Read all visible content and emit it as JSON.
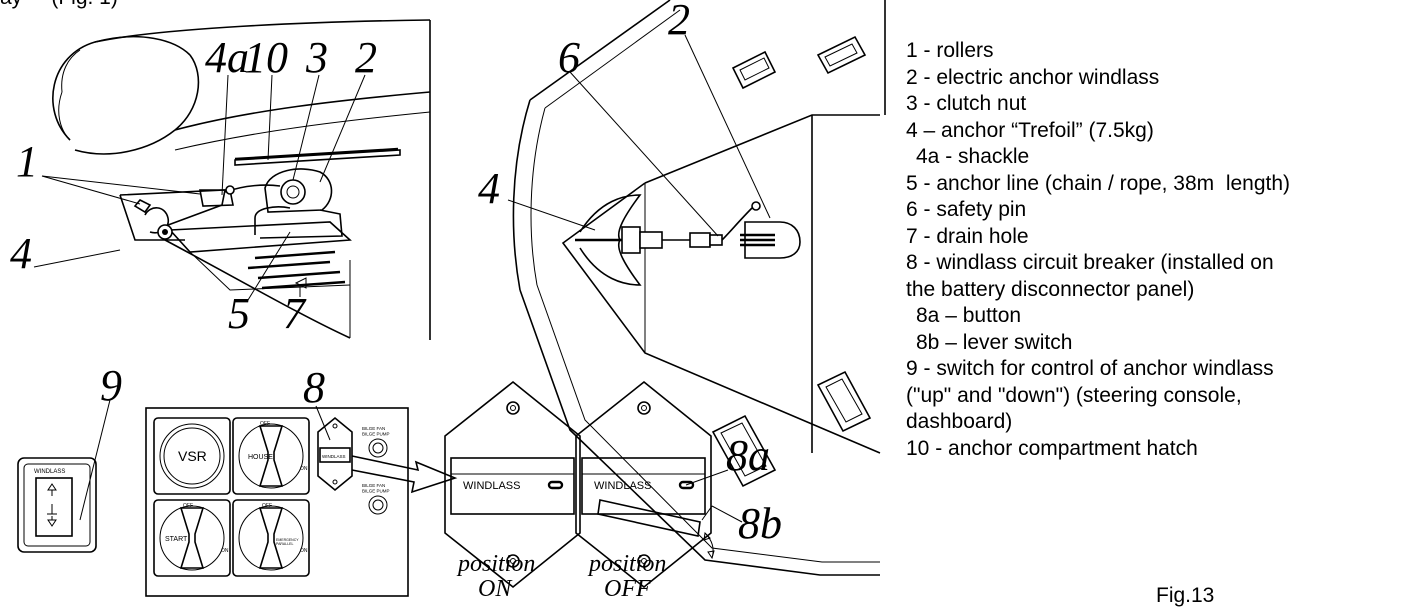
{
  "top_caption": "ay     (Fig. 1)",
  "figure_label": "Fig.13",
  "legend": [
    {
      "text": "1 - rollers",
      "indent": false
    },
    {
      "text": "2 - electric anchor windlass",
      "indent": false
    },
    {
      "text": "3 - clutch nut",
      "indent": false
    },
    {
      "text": "4 – anchor “Trefoil” (7.5kg)",
      "indent": false
    },
    {
      "text": "4a - shackle",
      "indent": true
    },
    {
      "text": "5 - anchor line (chain / rope, 38m  length)",
      "indent": false
    },
    {
      "text": "6 - safety pin",
      "indent": false
    },
    {
      "text": "7 - drain hole",
      "indent": false
    },
    {
      "text": "8 - windlass circuit breaker (installed on",
      "indent": false
    },
    {
      "text": "the battery disconnector panel)",
      "indent": false
    },
    {
      "text": "8a – button",
      "indent": true
    },
    {
      "text": "8b – lever switch",
      "indent": true
    },
    {
      "text": "9 - switch for control of anchor windlass",
      "indent": false
    },
    {
      "text": "(\"up\" and \"down\") (steering console,",
      "indent": false
    },
    {
      "text": "dashboard)",
      "indent": false
    },
    {
      "text": "10 - anchor compartment hatch",
      "indent": false
    }
  ],
  "callouts": {
    "c1": "1",
    "c2": "2",
    "c3": "3",
    "c4": "4",
    "c4a": "4a",
    "c5": "5",
    "c7": "7",
    "c10": "10",
    "c2_top": "2",
    "c6": "6",
    "c4_top": "4",
    "c9": "9",
    "c8": "8",
    "c8a": "8a",
    "c8b": "8b"
  },
  "panel": {
    "vsr": "VSR",
    "house": "HOUSE",
    "start": "START",
    "off1": "OFF",
    "on1": "ON",
    "off2": "OFF",
    "on2": "ON",
    "off3": "OFF",
    "on3": "ON",
    "emergency": "EMERGENCY\nPARALLEL",
    "windlass_small": "WINDLASS",
    "bilge1": "BILGE FAN\nBILGE PUMP",
    "bilge2": "BILGE FAN\nBILGE PUMP"
  },
  "breaker_on": {
    "label": "WINDLASS",
    "position_word": "position",
    "state": "ON"
  },
  "breaker_off": {
    "label": "WINDLASS",
    "position_word": "position",
    "state": "OFF"
  },
  "switch_plate": {
    "label": "WINDLASS"
  }
}
